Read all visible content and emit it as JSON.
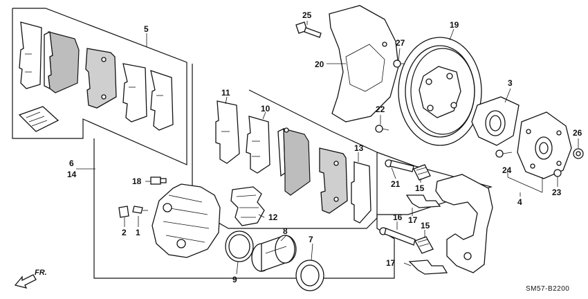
{
  "diagram": {
    "callouts": {
      "c1": "1",
      "c2": "2",
      "c3": "3",
      "c4": "4",
      "c5": "5",
      "c6": "6",
      "c7": "7",
      "c8": "8",
      "c9": "9",
      "c10": "10",
      "c11": "11",
      "c12": "12",
      "c13": "13",
      "c14": "14",
      "c15a": "15",
      "c15b": "15",
      "c16": "16",
      "c17a": "17",
      "c17b": "17",
      "c18": "18",
      "c19": "19",
      "c20": "20",
      "c21": "21",
      "c22": "22",
      "c23": "23",
      "c24": "24",
      "c25": "25",
      "c26": "26",
      "c27": "27"
    },
    "direction_label": "FR.",
    "diagram_code": "SM57-B2200"
  }
}
